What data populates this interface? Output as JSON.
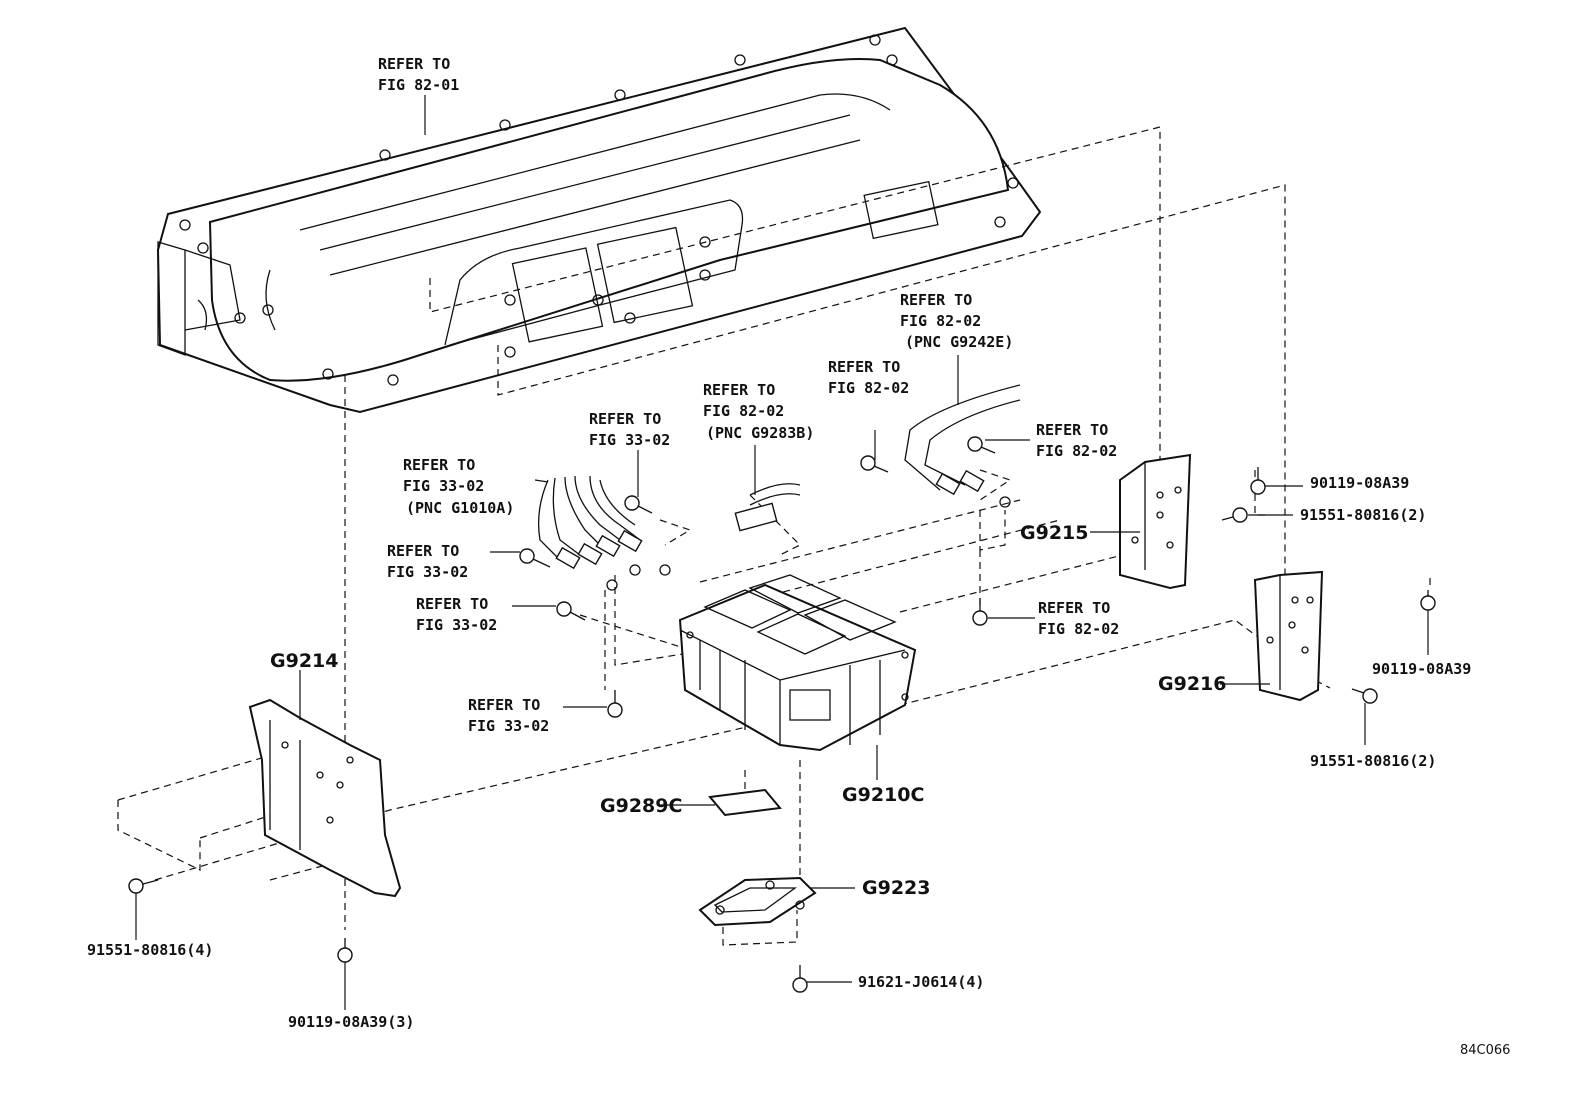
{
  "refer_labels": [
    {
      "line1": "REFER TO",
      "line2": "FIG 82-01",
      "line3": ""
    },
    {
      "line1": "REFER TO",
      "line2": "FIG 82-02",
      "line3": "(PNC G9242E)"
    },
    {
      "line1": "REFER TO",
      "line2": "FIG 82-02",
      "line3": ""
    },
    {
      "line1": "REFER TO",
      "line2": "FIG 82-02",
      "line3": "(PNC G9283B)"
    },
    {
      "line1": "REFER TO",
      "line2": "FIG 33-02",
      "line3": ""
    },
    {
      "line1": "REFER TO",
      "line2": "FIG 33-02",
      "line3": "(PNC G1010A)"
    },
    {
      "line1": "REFER TO",
      "line2": "FIG 82-02",
      "line3": ""
    },
    {
      "line1": "REFER TO",
      "line2": "FIG 33-02",
      "line3": ""
    },
    {
      "line1": "REFER TO",
      "line2": "FIG 33-02",
      "line3": ""
    },
    {
      "line1": "REFER TO",
      "line2": "FIG 82-02",
      "line3": ""
    },
    {
      "line1": "REFER TO",
      "line2": "FIG 33-02",
      "line3": ""
    }
  ],
  "part_codes": {
    "g9215": "G9215",
    "g9214": "G9214",
    "g9216": "G9216",
    "g9210c": "G9210C",
    "g9289c": "G9289C",
    "g9223": "G9223"
  },
  "part_numbers": {
    "bolt_a": "90119-08A39",
    "bolt_b": "91551-80816(2)",
    "bolt_c": "90119-08A39",
    "bolt_d": "91551-80816(2)",
    "bolt_e": "91551-80816(4)",
    "bolt_f": "90119-08A39(3)",
    "bolt_g": "91621-J0614(4)"
  },
  "figure_id": "84C066"
}
